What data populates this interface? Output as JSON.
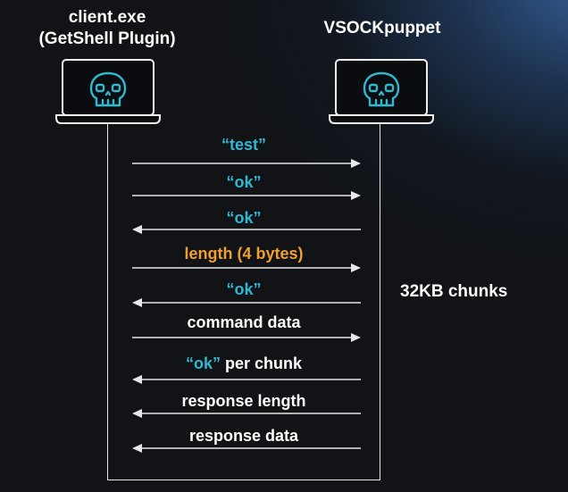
{
  "actors": {
    "left": {
      "title": "client.exe\n(GetShell Plugin)",
      "icon": "skull-laptop-icon"
    },
    "right": {
      "title": "VSOCKpuppet",
      "icon": "skull-laptop-icon"
    }
  },
  "messages": [
    {
      "parts": [
        {
          "text": "“test”",
          "color": "cyan"
        }
      ],
      "direction": "right"
    },
    {
      "parts": [
        {
          "text": "“ok”",
          "color": "cyan"
        }
      ],
      "direction": "right"
    },
    {
      "parts": [
        {
          "text": "“ok”",
          "color": "cyan"
        }
      ],
      "direction": "left"
    },
    {
      "parts": [
        {
          "text": "length (4 bytes)",
          "color": "orange"
        }
      ],
      "direction": "right"
    },
    {
      "parts": [
        {
          "text": "“ok”",
          "color": "cyan"
        }
      ],
      "direction": "left"
    },
    {
      "parts": [
        {
          "text": "command data",
          "color": "white"
        }
      ],
      "direction": "right"
    },
    {
      "parts": [
        {
          "text": "“ok”",
          "color": "cyan"
        },
        {
          "text": " per chunk",
          "color": "white"
        }
      ],
      "direction": "left"
    },
    {
      "parts": [
        {
          "text": "response length",
          "color": "white"
        }
      ],
      "direction": "left"
    },
    {
      "parts": [
        {
          "text": "response data",
          "color": "white"
        }
      ],
      "direction": "left"
    }
  ],
  "side_note": "32KB chunks",
  "colors": {
    "cyan": "#2fb8d0",
    "orange": "#f0a030",
    "white": "#ffffff",
    "background": "#111317",
    "accent_glow": "#3a68a8"
  }
}
